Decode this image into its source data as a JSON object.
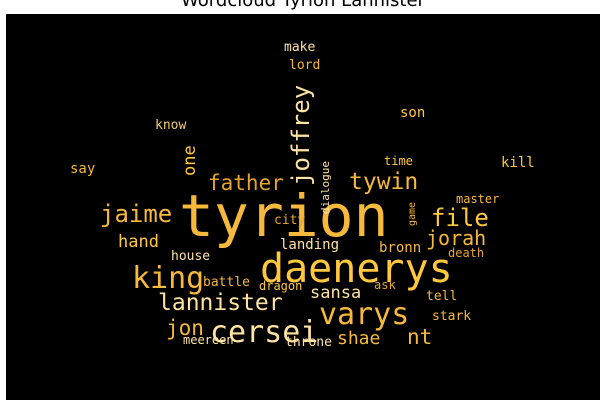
{
  "chart_data": {
    "type": "wordcloud",
    "title": "Wordcloud Tyrion Lannister",
    "background": "#000000",
    "palette": [
      "#f6b93b",
      "#ffc83d",
      "#e6a52a",
      "#f3cc74",
      "#ffe3a3"
    ],
    "words": [
      {
        "text": "tyrion",
        "color": "#f6b93b"
      },
      {
        "text": "daenerys",
        "color": "#ffc83d"
      },
      {
        "text": "king",
        "color": "#f6b93b"
      },
      {
        "text": "cersei",
        "color": "#ffe3a3"
      },
      {
        "text": "varys",
        "color": "#f6b93b"
      },
      {
        "text": "lannister",
        "color": "#ffe3a3"
      },
      {
        "text": "jaime",
        "color": "#f6b93b"
      },
      {
        "text": "joffrey",
        "color": "#ffe3a3"
      },
      {
        "text": "tywin",
        "color": "#f6b93b"
      },
      {
        "text": "father",
        "color": "#e6a52a"
      },
      {
        "text": "file",
        "color": "#ffc83d"
      },
      {
        "text": "jorah",
        "color": "#f6b93b"
      },
      {
        "text": "jon",
        "color": "#f6b93b"
      },
      {
        "text": "sansa",
        "color": "#ffe3a3"
      },
      {
        "text": "shae",
        "color": "#f6b93b"
      },
      {
        "text": "nt",
        "color": "#f6b93b"
      },
      {
        "text": "hand",
        "color": "#ffc83d"
      },
      {
        "text": "one",
        "color": "#ffc83d"
      },
      {
        "text": "house",
        "color": "#ffe3a3"
      },
      {
        "text": "landing",
        "color": "#ffe3a3"
      },
      {
        "text": "bronn",
        "color": "#f6b93b"
      },
      {
        "text": "city",
        "color": "#e6a52a"
      },
      {
        "text": "dialogue",
        "color": "#ffe3a3"
      },
      {
        "text": "game",
        "color": "#f6b93b"
      },
      {
        "text": "time",
        "color": "#ffc83d"
      },
      {
        "text": "master",
        "color": "#f6b93b"
      },
      {
        "text": "battle",
        "color": "#f6b93b"
      },
      {
        "text": "dragon",
        "color": "#ffc83d"
      },
      {
        "text": "ask",
        "color": "#e6a52a"
      },
      {
        "text": "death",
        "color": "#e6a52a"
      },
      {
        "text": "tell",
        "color": "#f6b93b"
      },
      {
        "text": "stark",
        "color": "#f6b93b"
      },
      {
        "text": "meereen",
        "color": "#ffe3a3"
      },
      {
        "text": "throne",
        "color": "#ffe3a3"
      },
      {
        "text": "son",
        "color": "#ffc83d"
      },
      {
        "text": "know",
        "color": "#f3cc74"
      },
      {
        "text": "say",
        "color": "#f6b93b"
      },
      {
        "text": "kill",
        "color": "#ffc83d"
      },
      {
        "text": "make",
        "color": "#ffe3a3"
      },
      {
        "text": "lord",
        "color": "#f6b93b"
      }
    ]
  }
}
